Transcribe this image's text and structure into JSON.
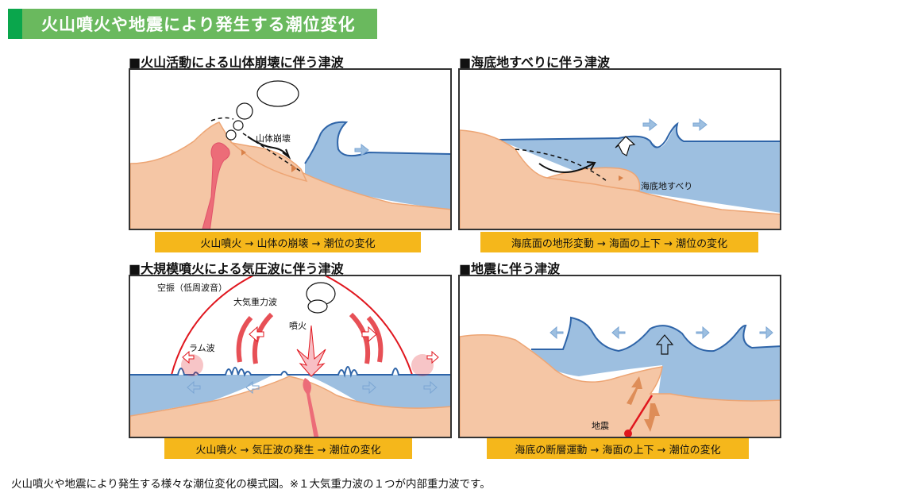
{
  "header": {
    "title": "火山噴火や地震により発生する潮位変化",
    "accent_color": "#0aa64c",
    "bar_color": "#6ab95e"
  },
  "panels": [
    {
      "heading": "■火山活動による山体崩壊に伴う津波",
      "labels": [
        "山体崩壊"
      ],
      "caption": "火山噴火 → 山体の崩壊 → 潮位の変化"
    },
    {
      "heading": "■海底地すべりに伴う津波",
      "labels": [
        "海底地すべり"
      ],
      "caption": "海底面の地形変動 → 海面の上下 → 潮位の変化"
    },
    {
      "heading": "■大規模噴火による気圧波に伴う津波",
      "labels": [
        "空振（低周波音）",
        "大気重力波",
        "噴火",
        "ラム波"
      ],
      "caption": "火山噴火 → 気圧波の発生 → 潮位の変化"
    },
    {
      "heading": "■地震に伴う津波",
      "labels": [
        "地震"
      ],
      "caption": "海底の断層運動 → 海面の上下 → 潮位の変化"
    }
  ],
  "colors": {
    "land": "#f5c6a5",
    "land_edge": "#eda574",
    "sea": "#9dbfe0",
    "sea_edge": "#2e64a8",
    "magma": "#ec6c78",
    "caption_bg": "#f5b71b",
    "wave_red": "#e0161e"
  },
  "footnote": "火山噴火や地震により発生する様々な潮位変化の模式図。※１大気重力波の１つが内部重力波です。"
}
